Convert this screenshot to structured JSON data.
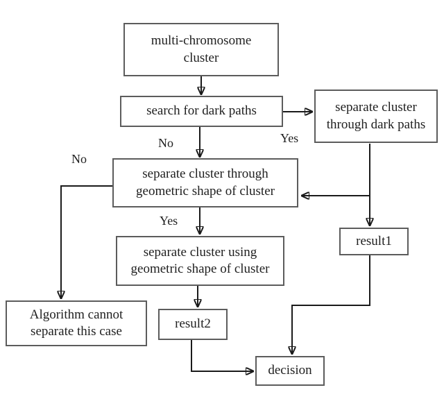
{
  "diagram": {
    "type": "flowchart",
    "background": "#ffffff",
    "colors": {
      "box_border": "#5c5c5c",
      "line": "#1a1a1a",
      "text": "#1f1f1f"
    },
    "nodes": {
      "multi_chromosome_cluster": "multi-chromosome cluster",
      "search_dark_paths": "search for dark paths",
      "separate_through_dark_paths": "separate cluster through dark paths",
      "separate_through_geometric": "separate cluster through geometric shape of cluster",
      "separate_using_geometric": "separate cluster using geometric shape of cluster",
      "algorithm_cannot_separate": "Algorithm cannot separate this case",
      "result1": "result1",
      "result2": "result2",
      "decision": "decision"
    },
    "edge_labels": {
      "search_no": "No",
      "search_yes": "Yes",
      "geometric_no": "No",
      "geometric_yes": "Yes"
    },
    "edges": [
      {
        "from": "multi-chromosome cluster",
        "to": "search for dark paths",
        "label": ""
      },
      {
        "from": "search for dark paths",
        "to": "separate cluster through dark paths",
        "label": "Yes"
      },
      {
        "from": "search for dark paths",
        "to": "separate cluster through geometric shape of cluster",
        "label": "No"
      },
      {
        "from": "separate cluster through dark paths",
        "to": "separate cluster through geometric shape of cluster",
        "label": ""
      },
      {
        "from": "separate cluster through dark paths",
        "to": "result1",
        "label": ""
      },
      {
        "from": "separate cluster through geometric shape of cluster",
        "to": "separate cluster using geometric shape of cluster",
        "label": "Yes"
      },
      {
        "from": "separate cluster through geometric shape of cluster",
        "to": "Algorithm cannot separate this case",
        "label": "No"
      },
      {
        "from": "separate cluster using geometric shape of cluster",
        "to": "result2",
        "label": ""
      },
      {
        "from": "result1",
        "to": "decision",
        "label": ""
      },
      {
        "from": "result2",
        "to": "decision",
        "label": ""
      }
    ]
  }
}
